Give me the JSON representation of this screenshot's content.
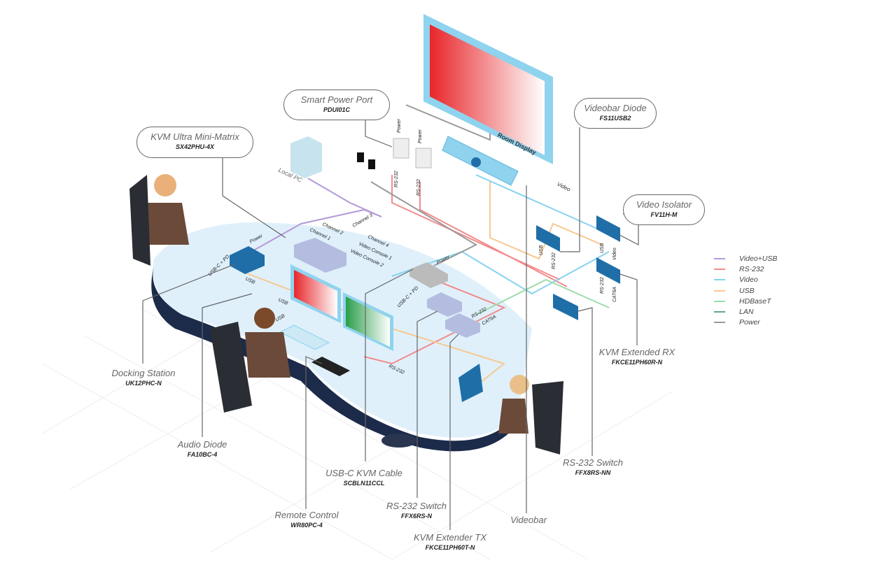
{
  "callouts": [
    {
      "title": "KVM Ultra Mini-Matrix",
      "model": "SX42PHU-4X"
    },
    {
      "title": "Smart Power Port",
      "model": "PDUI01C"
    },
    {
      "title": "Videobar Diode",
      "model": "FS11USB2"
    },
    {
      "title": "Video Isolator",
      "model": "FV11H-M"
    }
  ],
  "labels": [
    {
      "title": "Docking Station",
      "model": "UK12PHC-N"
    },
    {
      "title": "Audio Diode",
      "model": "FA10BC-4"
    },
    {
      "title": "Remote Control",
      "model": "WR80PC-4"
    },
    {
      "title": "USB-C KVM Cable",
      "model": "SCBLN11CCL"
    },
    {
      "title": "RS-232 Switch",
      "model": "FFX6RS-N"
    },
    {
      "title": "KVM Extender TX",
      "model": "FKCE11PH60T-N"
    },
    {
      "title": "Videobar",
      "model": ""
    },
    {
      "title": "RS-232 Switch",
      "model": "FFX8RS-NN"
    },
    {
      "title": "KVM Extended RX",
      "model": "FKCE11PH60R-N"
    }
  ],
  "scene_text": {
    "room_display": "Room Display",
    "local_pc": "Local PC",
    "video": "Video",
    "power": "Power",
    "rs232": "RS-232",
    "usb": "USB",
    "usbc_pd": "USB-C + PD",
    "ch1": "Channel 1",
    "ch2": "Channel 2",
    "ch3": "Channel 3",
    "ch4": "Channel 4",
    "vc1": "Video Console 1",
    "vc2": "Video Console 2",
    "cat6a": "CAT6A"
  },
  "legend": [
    {
      "label": "Video+USB",
      "color": "#b49ad8"
    },
    {
      "label": "RS-232",
      "color": "#f28b8b"
    },
    {
      "label": "Video",
      "color": "#86d3f0"
    },
    {
      "label": "USB",
      "color": "#f8c890"
    },
    {
      "label": "HDBaseT",
      "color": "#9edcab"
    },
    {
      "label": "LAN",
      "color": "#5fa883"
    },
    {
      "label": "Power",
      "color": "#9a9a9a"
    }
  ]
}
